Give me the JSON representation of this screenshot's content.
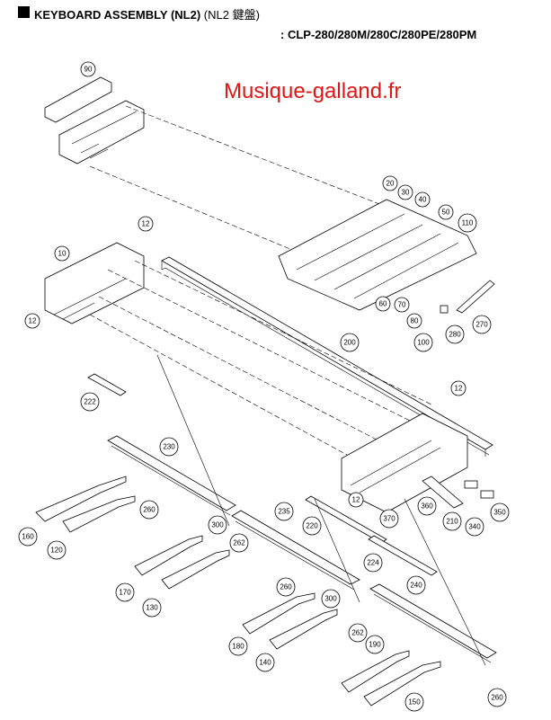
{
  "header": {
    "title": "KEYBOARD ASSEMBLY (NL2)",
    "title_jp": "(NL2 鍵盤)",
    "models": ": CLP-280/280M/280C/280PE/280PM"
  },
  "watermark": "Musique-galland.fr",
  "callouts": [
    "90",
    "20",
    "30",
    "40",
    "50",
    "110",
    "12",
    "10",
    "12",
    "60",
    "70",
    "80",
    "100",
    "280",
    "270",
    "200",
    "12",
    "222",
    "230",
    "12",
    "260",
    "300",
    "262",
    "235",
    "220",
    "370",
    "360",
    "210",
    "340",
    "350",
    "160",
    "120",
    "170",
    "130",
    "224",
    "260",
    "240",
    "300",
    "262",
    "180",
    "140",
    "190",
    "150",
    "260"
  ]
}
